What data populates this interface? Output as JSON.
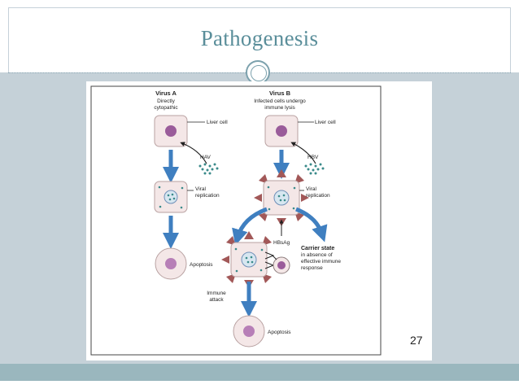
{
  "slide": {
    "title": "Pathogenesis",
    "page_number": "27"
  },
  "diagram": {
    "virus_a": {
      "title": "Virus A",
      "subtitle_line1": "Directly",
      "subtitle_line2": "cytopathic",
      "liver_cell": "Liver cell",
      "virus_label": "HAV",
      "replication_line1": "Viral",
      "replication_line2": "replication",
      "outcome": "Apoptosis"
    },
    "virus_b": {
      "title": "Virus B",
      "subtitle_line1": "Infected cells undergo",
      "subtitle_line2": "immune lysis",
      "liver_cell": "Liver cell",
      "virus_label": "HBV",
      "replication_line1": "Viral",
      "replication_line2": "replication",
      "antigen": "HBsAg",
      "carrier_title": "Carrier state",
      "carrier_line1": "in absence of",
      "carrier_line2": "effective immune",
      "carrier_line3": "response",
      "attack_line1": "Immune",
      "attack_line2": "attack",
      "outcome": "Apoptosis"
    }
  },
  "colors": {
    "title": "#5a8e9a",
    "band": "#c5d1d8",
    "arrow": "#3f7fc0",
    "cell_fill": "#f4e7e7",
    "nucleus": "#9a5c9a",
    "spike": "#a25858"
  }
}
